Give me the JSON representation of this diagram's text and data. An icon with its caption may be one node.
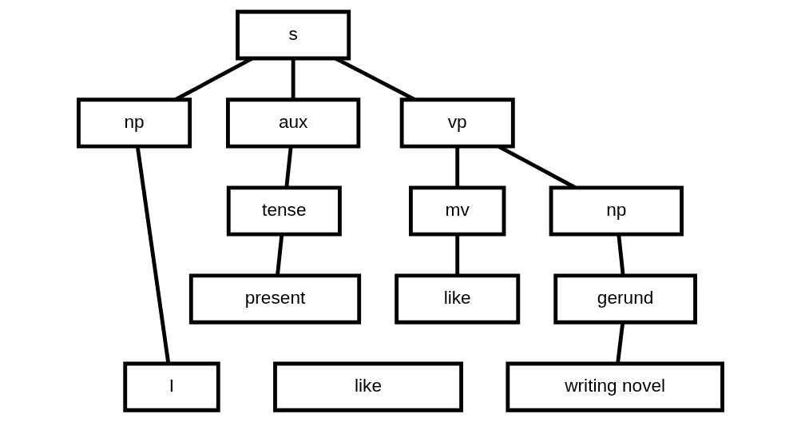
{
  "diagram": {
    "nodes": [
      {
        "text": [
          "s"
        ]
      },
      {
        "text": [
          "np"
        ]
      },
      {
        "text": [
          "aux"
        ]
      },
      {
        "text": [
          "vp"
        ]
      },
      {
        "text": [
          "tense"
        ]
      },
      {
        "text": [
          "mv"
        ]
      },
      {
        "text": [
          "np"
        ]
      },
      {
        "text": [
          "present"
        ]
      },
      {
        "text": [
          "like"
        ]
      },
      {
        "text": [
          "gerund"
        ]
      },
      {
        "text": [
          "I"
        ]
      },
      {
        "text": [
          "like"
        ]
      },
      {
        "text": [
          "writing novel"
        ]
      }
    ],
    "edges": [
      {
        "from": 0,
        "to": 1,
        "arrow": "none"
      },
      {
        "from": 0,
        "to": 2,
        "arrow": "none"
      },
      {
        "from": 0,
        "to": 3,
        "arrow": "none"
      },
      {
        "from": 1,
        "to": 10,
        "arrow": "none"
      },
      {
        "from": 2,
        "to": 4,
        "arrow": "none"
      },
      {
        "from": 4,
        "to": 7,
        "arrow": "none"
      },
      {
        "from": 3,
        "to": 5,
        "arrow": "none"
      },
      {
        "from": 3,
        "to": 6,
        "arrow": "none"
      },
      {
        "from": 5,
        "to": 8,
        "arrow": "none"
      },
      {
        "from": 6,
        "to": 9,
        "arrow": "none"
      },
      {
        "from": 9,
        "to": 12,
        "arrow": "none"
      }
    ]
  }
}
